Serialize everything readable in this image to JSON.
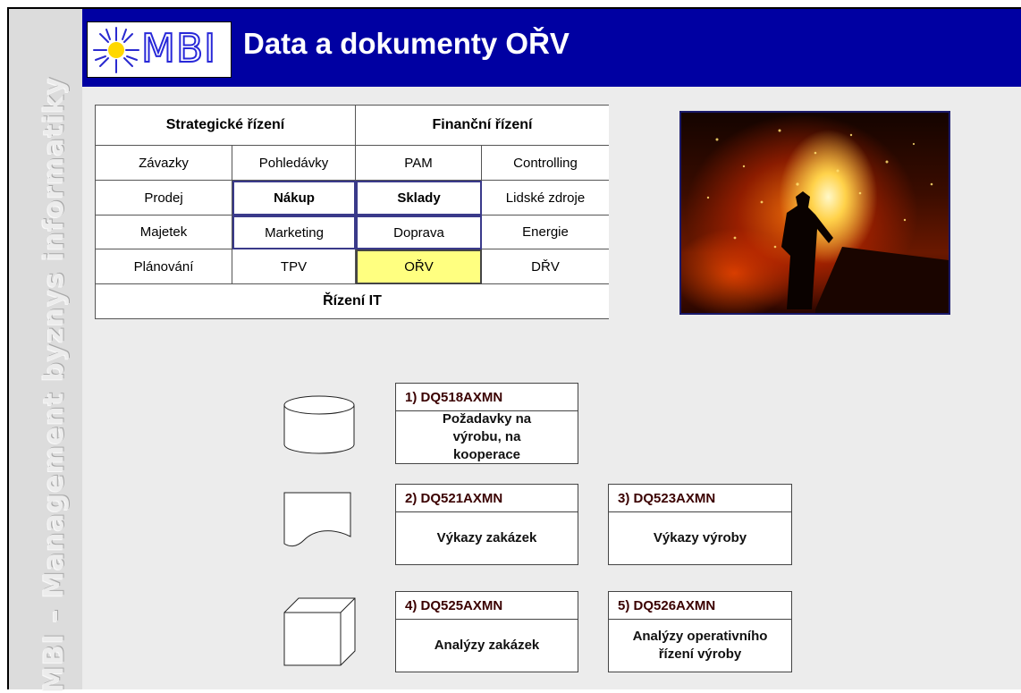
{
  "sidebar": {
    "text": "MBI – Management byznys informatiky"
  },
  "header": {
    "logo": "MBI",
    "title": "Data a dokumenty OŘV"
  },
  "menu": {
    "row1": [
      "Strategické řízení",
      "Finanční řízení"
    ],
    "rows": [
      [
        "Závazky",
        "Pohledávky",
        "PAM",
        "Controlling"
      ],
      [
        "Prodej",
        "Nákup",
        "Sklady",
        "Lidské zdroje"
      ],
      [
        "Majetek",
        "Marketing",
        "Doprava",
        "Energie"
      ],
      [
        "Plánování",
        "TPV",
        "OŘV",
        "DŘV"
      ]
    ],
    "bottom": "Řízení IT",
    "selected": "OŘV"
  },
  "docs": [
    {
      "code": "1) DQ518AXMN",
      "desc": "Požadavky na výrobu, na kooperace"
    },
    {
      "code": "2) DQ521AXMN",
      "desc": "Výkazy  zakázek"
    },
    {
      "code": "3) DQ523AXMN",
      "desc": "Výkazy  výroby"
    },
    {
      "code": "4) DQ525AXMN",
      "desc": "Analýzy  zakázek"
    },
    {
      "code": "5) DQ526AXMN",
      "desc": "Analýzy  operativního řízení výroby"
    }
  ],
  "icons": {
    "logo": "sun-icon",
    "db": "database-icon",
    "doc": "document-icon",
    "cube": "cube-icon"
  },
  "colors": {
    "header": "#0000a2",
    "selected": "#ffff80",
    "logo_sun": "#ffd800"
  }
}
